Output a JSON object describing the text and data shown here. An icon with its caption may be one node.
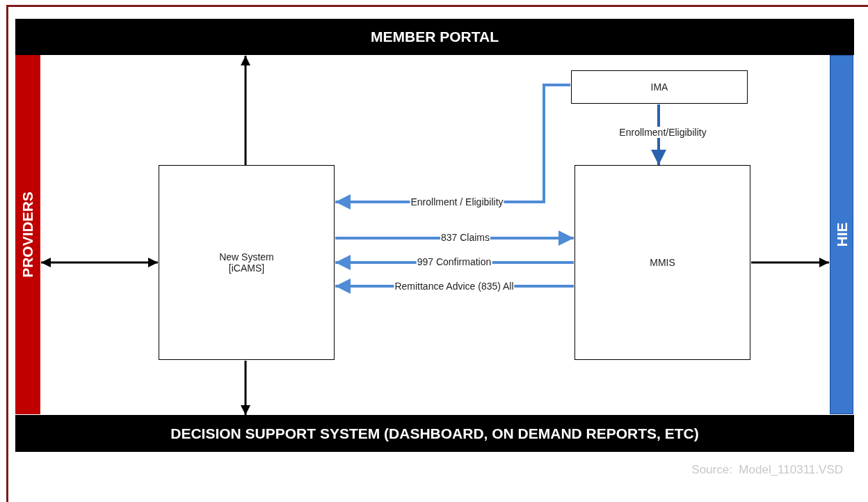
{
  "diagram": {
    "nodes": [
      {
        "text": [
          "MEMBER PORTAL"
        ]
      },
      {
        "text": [
          "PROVIDERS"
        ]
      },
      {
        "text": [
          "New System [iCAMS]"
        ]
      },
      {
        "text": [
          "IMA"
        ]
      },
      {
        "text": [
          "MMIS"
        ]
      },
      {
        "text": [
          "HIE"
        ]
      },
      {
        "text": [
          "DECISION SUPPORT SYSTEM (DASHBOARD, ON DEMAND REPORTS, ETC)"
        ]
      }
    ],
    "edges": [
      {
        "from": 2,
        "to": 0,
        "arrow": "to",
        "color": "#000000"
      },
      {
        "from": 1,
        "to": 2,
        "arrow": "both",
        "color": "#000000"
      },
      {
        "from": 2,
        "to": 6,
        "arrow": "to",
        "color": "#000000"
      },
      {
        "from": 3,
        "to": 4,
        "arrow": "to",
        "label": "Enrollment/Eligibility",
        "color": "#2a62b0"
      },
      {
        "from": 3,
        "to": 2,
        "arrow": "to",
        "label": "Enrollment / Eligibility",
        "color": "#4f8bd6"
      },
      {
        "from": 2,
        "to": 4,
        "arrow": "to",
        "label": "837 Claims",
        "color": "#4f8bd6"
      },
      {
        "from": 4,
        "to": 2,
        "arrow": "to",
        "label": "997 Confirmation",
        "color": "#4f8bd6"
      },
      {
        "from": 4,
        "to": 2,
        "arrow": "to",
        "label": "Remittance Advice (835) All",
        "color": "#4f8bd6"
      },
      {
        "from": 4,
        "to": 5,
        "arrow": "to",
        "color": "#000000"
      }
    ],
    "labels": [
      "Source:  Model_110311.VSD"
    ]
  }
}
